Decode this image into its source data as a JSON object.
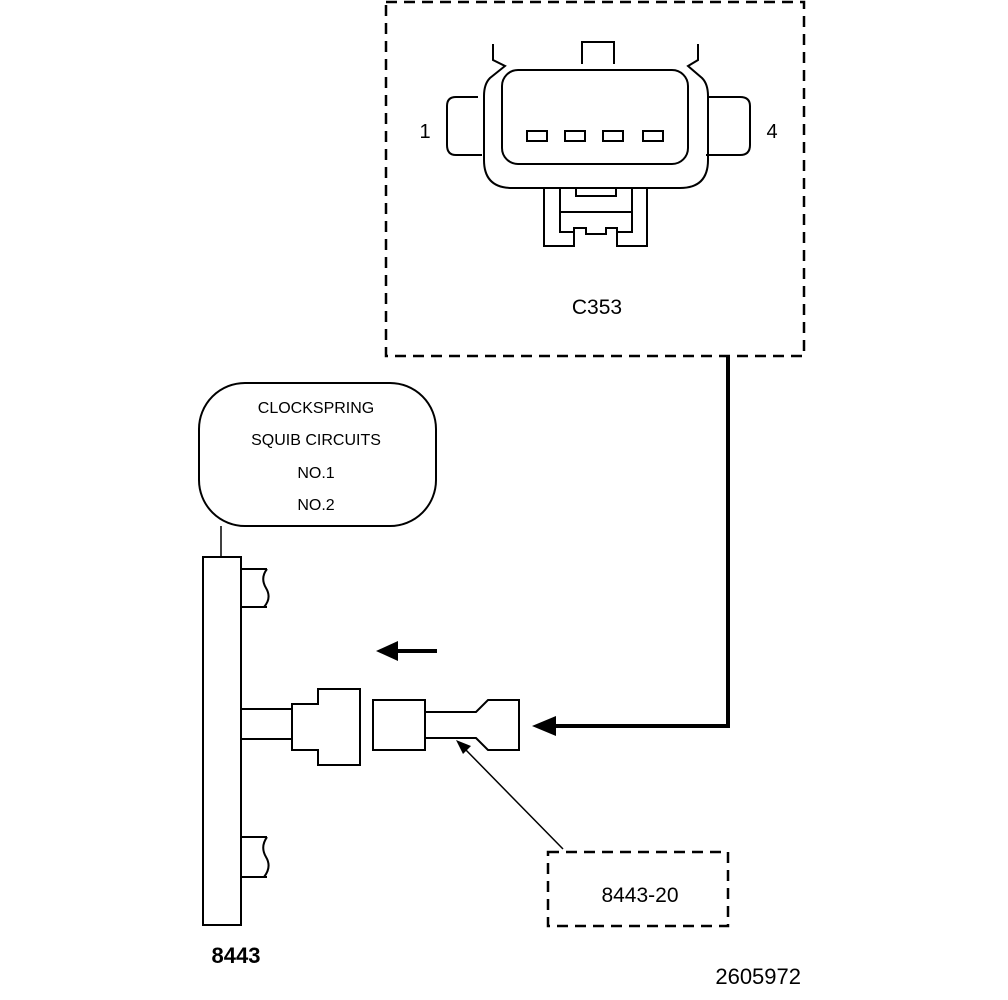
{
  "connector": {
    "id_label": "C353",
    "pin_left": "1",
    "pin_right": "4"
  },
  "callout": {
    "line1": "CLOCKSPRING",
    "line2": "SQUIB CIRCUITS",
    "line3": "NO.1",
    "line4": "NO.2"
  },
  "tool_main_label": "8443",
  "adapter_label": "8443-20",
  "figure_number": "2605972"
}
